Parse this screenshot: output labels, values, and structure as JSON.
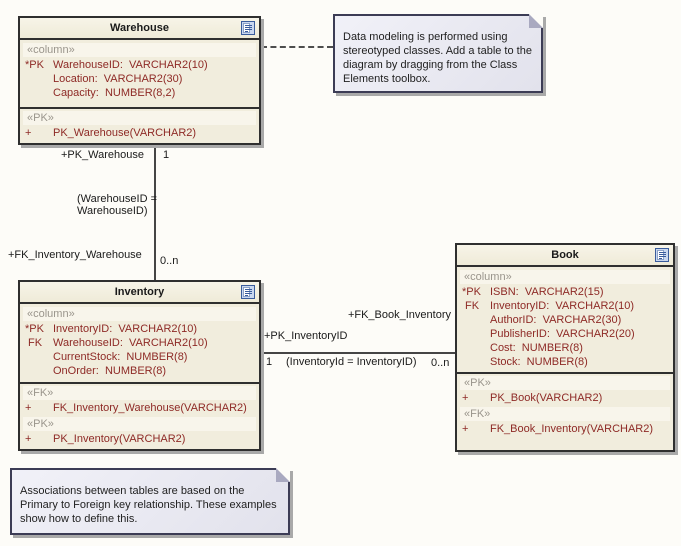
{
  "colors": {
    "table_fill": "#F1EDDD",
    "band_fill": "#F8F5EB",
    "attribute_text": "#8E2A26",
    "stereotype_text": "#9A958C",
    "element_border": "#2F2F2F",
    "shadow": "#A9A9A9",
    "note_fill": "#E9E9F2",
    "note_border": "#3C3C55",
    "connector": "#454545",
    "icon_blue": "#3A5C9C"
  },
  "icons": {
    "table_icon": "table-document-icon"
  },
  "tables": {
    "warehouse": {
      "title": "Warehouse",
      "column_stereotype": "«column»",
      "attributes": [
        {
          "prefix": "*PK",
          "text": "WarehouseID:  VARCHAR2(10)"
        },
        {
          "prefix": "",
          "text": "Location:  VARCHAR2(30)"
        },
        {
          "prefix": "",
          "text": "Capacity:  NUMBER(8,2)"
        }
      ],
      "groups": [
        {
          "stereotype": "«PK»",
          "prefix": "+",
          "op": "PK_Warehouse(VARCHAR2)"
        }
      ]
    },
    "inventory": {
      "title": "Inventory",
      "column_stereotype": "«column»",
      "attributes": [
        {
          "prefix": "*PK",
          "text": "InventoryID:  VARCHAR2(10)"
        },
        {
          "prefix": " FK",
          "text": "WarehouseID:  VARCHAR2(10)"
        },
        {
          "prefix": "",
          "text": "CurrentStock:  NUMBER(8)"
        },
        {
          "prefix": "",
          "text": "OnOrder:  NUMBER(8)"
        }
      ],
      "groups": [
        {
          "stereotype": "«FK»",
          "prefix": "+",
          "op": "FK_Inventory_Warehouse(VARCHAR2)"
        },
        {
          "stereotype": "«PK»",
          "prefix": "+",
          "op": "PK_Inventory(VARCHAR2)"
        }
      ]
    },
    "book": {
      "title": "Book",
      "column_stereotype": "«column»",
      "attributes": [
        {
          "prefix": "*PK",
          "text": "ISBN:  VARCHAR2(15)"
        },
        {
          "prefix": " FK",
          "text": "InventoryID:  VARCHAR2(10)"
        },
        {
          "prefix": "",
          "text": "AuthorID:  VARCHAR2(30)"
        },
        {
          "prefix": "",
          "text": "PublisherID:  VARCHAR2(20)"
        },
        {
          "prefix": "",
          "text": "Cost:  NUMBER(8)"
        },
        {
          "prefix": "",
          "text": "Stock:  NUMBER(8)"
        }
      ],
      "groups": [
        {
          "stereotype": "«PK»",
          "prefix": "+",
          "op": "PK_Book(VARCHAR2)"
        },
        {
          "stereotype": "«FK»",
          "prefix": "+",
          "op": "FK_Book_Inventory(VARCHAR2)"
        }
      ]
    }
  },
  "notes": {
    "top": {
      "text": "Data modeling is performed using stereotyped classes. Add a table to the diagram by dragging from the Class Elements toolbox."
    },
    "bottom": {
      "text": "Associations between tables are based on the Primary to Foreign key relationship. These examples show how to define this."
    }
  },
  "connectors": {
    "warehouse_inventory": {
      "source_role": "+PK_Warehouse",
      "source_multiplicity": "1",
      "constraint": "(WarehouseID =\nWarehouseID)",
      "target_role": "+FK_Inventory_Warehouse",
      "target_multiplicity": "0..n"
    },
    "inventory_book": {
      "source_role": "+PK_InventoryID",
      "source_multiplicity": "1",
      "constraint": "(InventoryId = InventoryID)",
      "target_role": "+FK_Book_Inventory",
      "target_multiplicity": "0..n"
    }
  }
}
